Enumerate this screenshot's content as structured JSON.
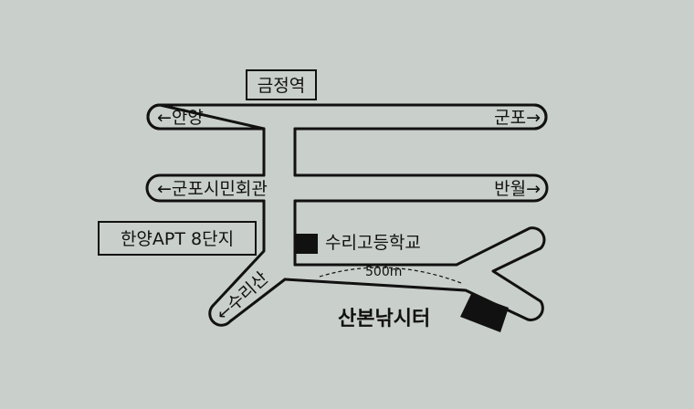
{
  "map": {
    "station_label": "금정역",
    "top_road_left": "←안양",
    "top_road_right": "군포→",
    "mid_road_left": "←군포시민회관",
    "mid_road_right": "반월→",
    "apartment_label": "한양APT 8단지",
    "school_label": "수리고등학교",
    "lower_road_label": "←수리산",
    "distance_label": "500m",
    "destination_label": "산본낚시터"
  },
  "colors": {
    "background": "#c9cfcb",
    "ink": "#111111"
  }
}
